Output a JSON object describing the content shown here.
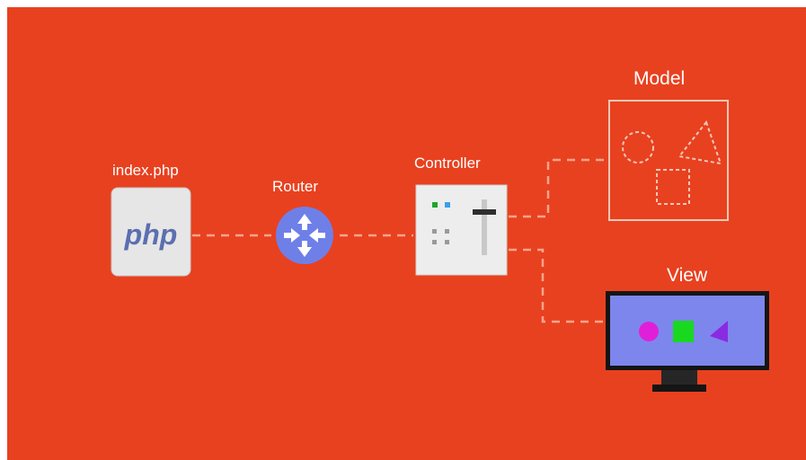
{
  "nodes": {
    "index": {
      "label": "index.php",
      "logo_text": "php"
    },
    "router": {
      "label": "Router"
    },
    "controller": {
      "label": "Controller"
    },
    "model": {
      "label": "Model"
    },
    "view": {
      "label": "View",
      "screen_caption": ""
    }
  },
  "colors": {
    "background": "#e8411f",
    "line": "#f6a48c",
    "router_fill": "#6f7fe8",
    "php_text": "#5b6fb0",
    "view_screen": "#7d86ec",
    "circle": "#e020d8",
    "square": "#18d820",
    "triangle": "#8a2be2"
  }
}
